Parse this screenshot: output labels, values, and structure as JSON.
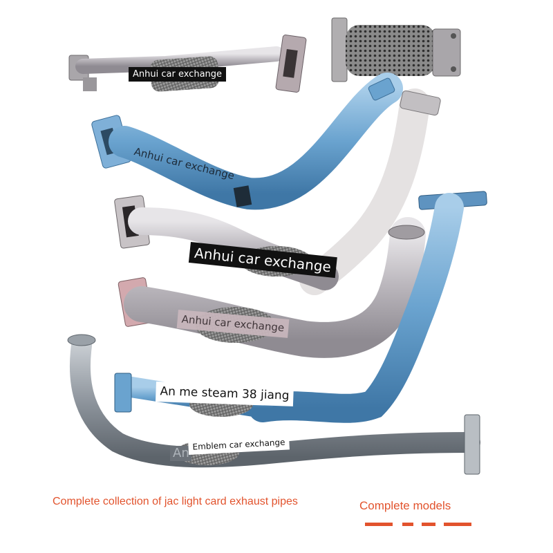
{
  "labels": {
    "watermark_1": "Anhui car exchange",
    "watermark_2": "Anhui car exchange",
    "watermark_3": "Anhui car exchange",
    "watermark_4": "Anhui car exchange",
    "watermark_5": "An me steam 38 jiang",
    "watermark_6_ghost": "An",
    "watermark_6": "Emblem car exchange"
  },
  "captions": {
    "collection": "Complete collection of jac light card exhaust pipes",
    "models": "Complete models"
  },
  "colors": {
    "caption": "#e2532d",
    "pipe_silver": "#b7b5b8",
    "pipe_blue": "#6aa3cf",
    "flex_mesh": "#8f8f8f"
  }
}
